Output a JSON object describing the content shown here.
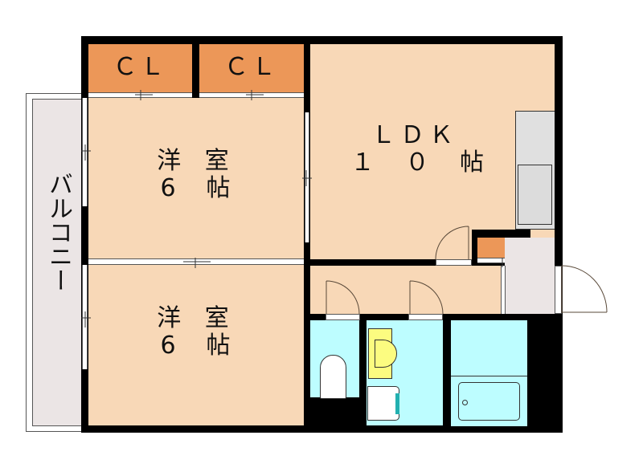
{
  "floorplan": {
    "layout_type": "2LDK",
    "rooms": [
      {
        "id": "western-room-1",
        "name": "洋 室",
        "size": "6　帖"
      },
      {
        "id": "western-room-2",
        "name": "洋 室",
        "size": "6　帖"
      },
      {
        "id": "ldk",
        "name": "ＬＤＫ",
        "size": "１　０　帖"
      }
    ],
    "closets": [
      {
        "id": "closet-1",
        "label": "ＣＬ"
      },
      {
        "id": "closet-2",
        "label": "ＣＬ"
      }
    ],
    "balcony": {
      "label": "バルコニー"
    },
    "fixtures": [
      "kitchen-counter",
      "kitchen-sink",
      "toilet",
      "washbasin",
      "washing-machine-space",
      "bathtub",
      "entrance-door"
    ]
  },
  "colors": {
    "room": "#f8d8b7",
    "closet": "#ec9758",
    "wet_area": "#bdfdff",
    "entry_balcony": "#ebe5e5",
    "washbasin": "#fcfc80",
    "wall": "#000000"
  }
}
